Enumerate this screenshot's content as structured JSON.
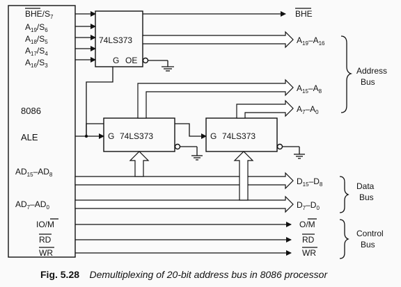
{
  "processor": {
    "name": "8086",
    "ale": "ALE"
  },
  "inputs": {
    "bhe": "BHE/S",
    "bhe_sub": "7",
    "a19": [
      "A",
      "19",
      "/S",
      "6"
    ],
    "a18": [
      "A",
      "18",
      "/S",
      "5"
    ],
    "a17": [
      "A",
      "17",
      "/S",
      "4"
    ],
    "a16": [
      "A",
      "16",
      "/S",
      "3"
    ],
    "ad15_8": [
      "AD",
      "15",
      "–AD",
      "8"
    ],
    "ad7_0": [
      "AD",
      "7",
      "–AD",
      "0"
    ],
    "io_m": "IO/M",
    "rd": "RD",
    "wr": "WR"
  },
  "latches": {
    "latch1": {
      "label": "74LS373",
      "g": "G",
      "oe": "OE"
    },
    "latch2": {
      "label": "74LS373",
      "g": "G"
    },
    "latch3": {
      "label": "74LS373",
      "g": "G"
    }
  },
  "outputs": {
    "bhe": "BHE",
    "a19_16": [
      "A",
      "19",
      "–A",
      "16"
    ],
    "a15_8": [
      "A",
      "15",
      "–A",
      "8"
    ],
    "a7_0": [
      "A",
      "7",
      "–A",
      "0"
    ],
    "d15_8": [
      "D",
      "15",
      "–D",
      "8"
    ],
    "d7_0": [
      "D",
      "7",
      "–D",
      "0"
    ],
    "o_m": "O/M",
    "rd": "RD",
    "wr": "WR"
  },
  "bus_groups": {
    "address": [
      "Address",
      "Bus"
    ],
    "data": [
      "Data",
      "Bus"
    ],
    "control": [
      "Control",
      "Bus"
    ]
  },
  "caption": {
    "figure": "Fig. 5.28",
    "text": "Demultiplexing of 20-bit address bus in 8086 processor"
  }
}
